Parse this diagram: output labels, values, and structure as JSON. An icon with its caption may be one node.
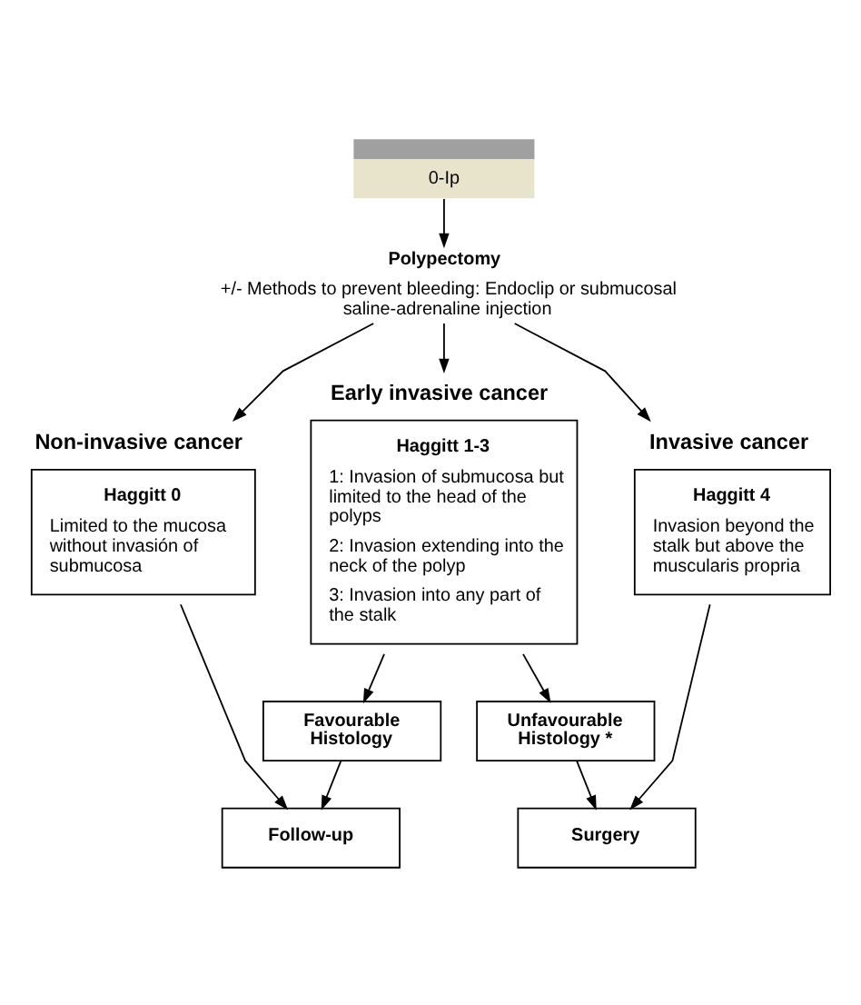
{
  "diagram": {
    "nodes": [
      {
        "text": [
          "0-Ip"
        ]
      },
      {
        "text": [
          "Polypectomy",
          "+/- Methods to prevent bleeding: Endoclip or submucosal saline-adrenaline injection"
        ]
      },
      {
        "text": [
          "Non-invasive cancer",
          "Haggitt 0",
          "Limited to the mucosa without invasión of submucosa"
        ]
      },
      {
        "text": [
          "Early invasive cancer",
          "Haggitt 1-3",
          "1: Invasion of submucosa but limited to the head of the polyps",
          "2: Invasion extending into the neck of the polyp",
          "3: Invasion into any part of the stalk"
        ]
      },
      {
        "text": [
          "Invasive cancer",
          "Haggitt 4",
          "Invasion beyond the stalk but above the muscularis propria"
        ]
      },
      {
        "text": [
          "Favourable Histology"
        ]
      },
      {
        "text": [
          "Unfavourable Histology *"
        ]
      },
      {
        "text": [
          "Follow-up"
        ]
      },
      {
        "text": [
          "Surgery"
        ]
      }
    ],
    "edges": [
      {
        "from": 0,
        "to": 1,
        "arrow": "to"
      },
      {
        "from": 1,
        "to": 2,
        "arrow": "to"
      },
      {
        "from": 1,
        "to": 3,
        "arrow": "to"
      },
      {
        "from": 1,
        "to": 4,
        "arrow": "to"
      },
      {
        "from": 3,
        "to": 5,
        "arrow": "to"
      },
      {
        "from": 3,
        "to": 6,
        "arrow": "to"
      },
      {
        "from": 2,
        "to": 7,
        "arrow": "to"
      },
      {
        "from": 5,
        "to": 7,
        "arrow": "to"
      },
      {
        "from": 6,
        "to": 8,
        "arrow": "to"
      },
      {
        "from": 4,
        "to": 8,
        "arrow": "to"
      }
    ]
  }
}
